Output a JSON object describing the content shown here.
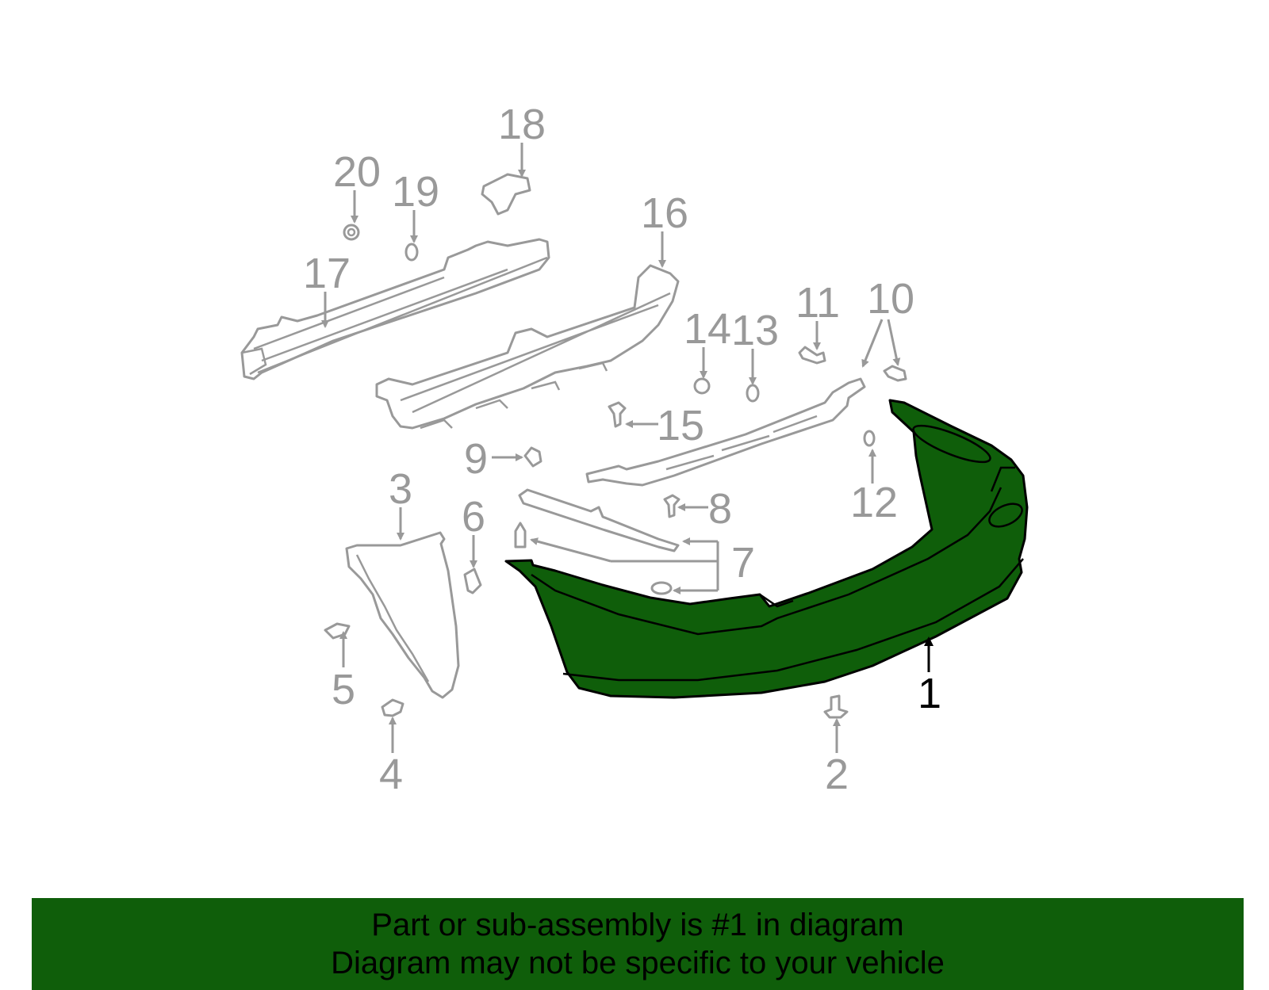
{
  "diagram": {
    "highlighted_part": "1",
    "highlight_color": "#0f5e0a",
    "labels": [
      {
        "id": "p1",
        "text": "1"
      },
      {
        "id": "p2",
        "text": "2"
      },
      {
        "id": "p3",
        "text": "3"
      },
      {
        "id": "p4",
        "text": "4"
      },
      {
        "id": "p5",
        "text": "5"
      },
      {
        "id": "p6",
        "text": "6"
      },
      {
        "id": "p7",
        "text": "7"
      },
      {
        "id": "p8",
        "text": "8"
      },
      {
        "id": "p9",
        "text": "9"
      },
      {
        "id": "p10",
        "text": "10"
      },
      {
        "id": "p11",
        "text": "11"
      },
      {
        "id": "p12",
        "text": "12"
      },
      {
        "id": "p13",
        "text": "13"
      },
      {
        "id": "p14",
        "text": "14"
      },
      {
        "id": "p15",
        "text": "15"
      },
      {
        "id": "p16",
        "text": "16"
      },
      {
        "id": "p17",
        "text": "17"
      },
      {
        "id": "p18",
        "text": "18"
      },
      {
        "id": "p19",
        "text": "19"
      },
      {
        "id": "p20",
        "text": "20"
      }
    ]
  },
  "banner": {
    "line1": "Part or sub-assembly is #1 in diagram",
    "line2": "Diagram may not be specific to your vehicle",
    "background": "#0f5e0a"
  }
}
